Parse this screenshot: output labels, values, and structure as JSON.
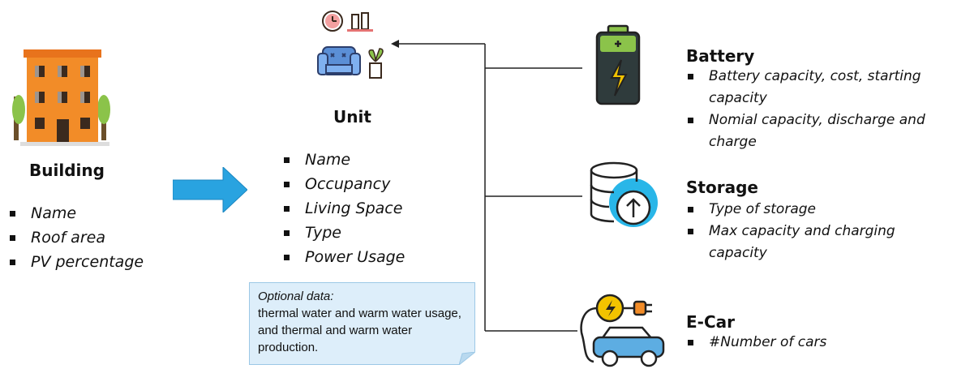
{
  "building": {
    "title": "Building",
    "items": [
      "Name",
      "Roof area",
      "PV percentage"
    ]
  },
  "unit": {
    "title": "Unit",
    "items": [
      "Name",
      "Occupancy",
      "Living Space",
      "Type",
      "Power Usage"
    ]
  },
  "note": {
    "title": "Optional data:",
    "text": "thermal water and warm water usage, and thermal and warm water production."
  },
  "battery": {
    "title": "Battery",
    "items": [
      "Battery capacity, cost, starting capacity",
      "Nomial capacity, discharge and charge"
    ]
  },
  "storage": {
    "title": "Storage",
    "items": [
      "Type of storage",
      "Max capacity and charging capacity"
    ]
  },
  "ecar": {
    "title": "E-Car",
    "items": [
      "#Number of cars"
    ]
  },
  "colors": {
    "arrow": "#29a3e0",
    "building": "#f28c28",
    "battery": "#8bc34a",
    "storage": "#29b6e8",
    "car": "#5dade2",
    "note": "#ddeefa"
  },
  "icons": [
    "building-icon",
    "unit-furniture-icon",
    "battery-icon",
    "database-upload-icon",
    "ecar-charging-icon"
  ]
}
